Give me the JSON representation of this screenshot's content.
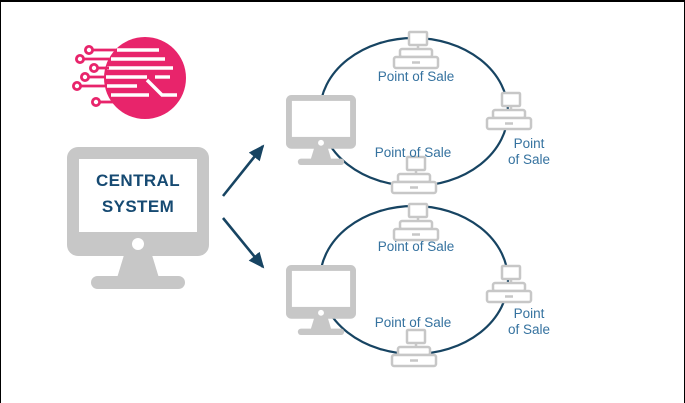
{
  "diagram": {
    "central_system": {
      "line1": "CENTRAL",
      "line2": "SYSTEM"
    },
    "rings": [
      {
        "name": "store-network-1",
        "top_label": "Point of Sale",
        "bottom_label": "Point of Sale",
        "right_label_line1": "Point",
        "right_label_line2": "of Sale"
      },
      {
        "name": "store-network-2",
        "top_label": "Point of Sale",
        "bottom_label": "Point of Sale",
        "right_label_line1": "Point",
        "right_label_line2": "of Sale"
      }
    ],
    "colors": {
      "brand_pink": "#E8246B",
      "navy": "#174462",
      "label_blue": "#35729F",
      "icon_gray": "#C7C7C7",
      "central_text": "#164A72",
      "frame_border": "#000000"
    },
    "icons": {
      "logo": "circuit-ball-logo",
      "central_hub": "monitor-icon",
      "ring_hub": "monitor-icon",
      "pos_node": "cash-register-icon"
    }
  }
}
